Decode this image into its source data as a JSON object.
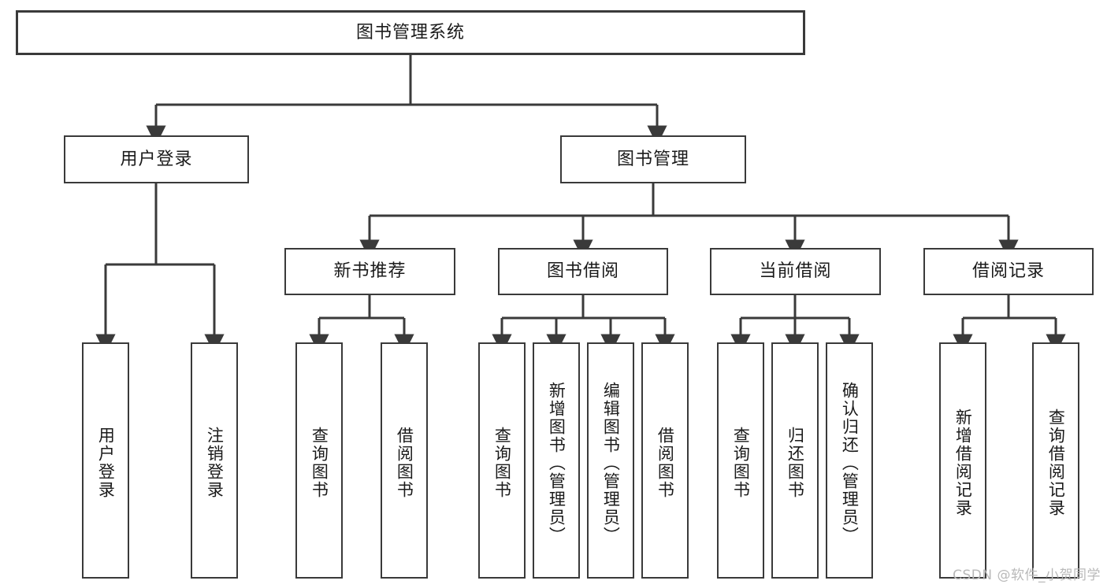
{
  "diagram": {
    "title": "图书管理系统",
    "root": {
      "label": "图书管理系统"
    },
    "level2": [
      {
        "label": "用户登录"
      },
      {
        "label": "图书管理"
      }
    ],
    "level3": [
      {
        "label": "新书推荐"
      },
      {
        "label": "图书借阅"
      },
      {
        "label": "当前借阅"
      },
      {
        "label": "借阅记录"
      }
    ],
    "leaves": {
      "user_login": [
        {
          "label": "用户登录"
        },
        {
          "label": "注销登录"
        }
      ],
      "new_book_recommend": [
        {
          "label": "查询图书"
        },
        {
          "label": "借阅图书"
        }
      ],
      "book_borrow": [
        {
          "label": "查询图书"
        },
        {
          "label": "新增图书（管理员）"
        },
        {
          "label": "编辑图书（管理员）"
        },
        {
          "label": "借阅图书"
        }
      ],
      "current_borrow": [
        {
          "label": "查询图书"
        },
        {
          "label": "归还图书"
        },
        {
          "label": "确认归还（管理员）"
        }
      ],
      "borrow_record": [
        {
          "label": "新增借阅记录"
        },
        {
          "label": "查询借阅记录"
        }
      ]
    }
  },
  "watermark": {
    "text": "CSDN @软件_小贺同学"
  },
  "colors": {
    "stroke": "#3a3a3a",
    "fill": "#ffffff",
    "text": "#1a1a1a",
    "watermark": "#b9b9b9"
  }
}
